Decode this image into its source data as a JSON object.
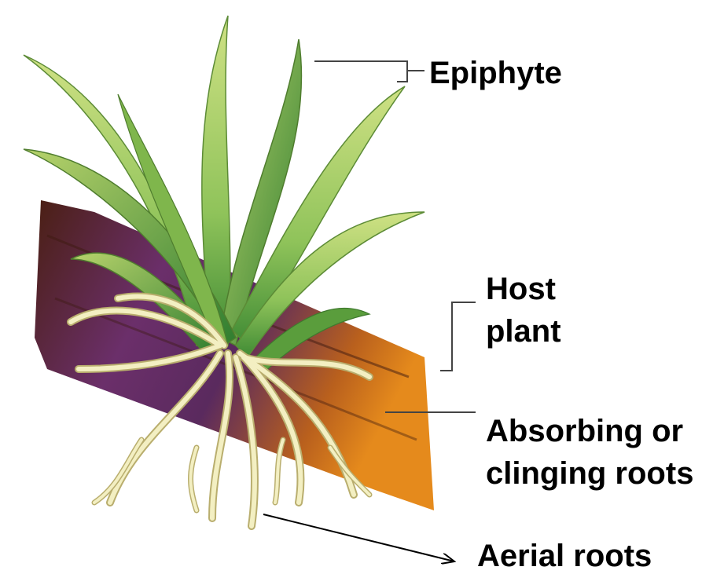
{
  "labels": {
    "epiphyte": "Epiphyte",
    "host_plant": [
      "Host",
      "plant"
    ],
    "absorbing_roots": [
      "Absorbing or",
      "clinging roots"
    ],
    "aerial_roots": "Aerial roots"
  },
  "colors": {
    "bark_dark": "#5a2a14",
    "bark_purple": "#6b2f6a",
    "bark_orange": "#d97a1a",
    "leaf_light": "#c7dc7a",
    "leaf_dark": "#4f9a3a",
    "root": "#f3efc2",
    "root_outline": "#b9ae6e",
    "leader_line": "#333333"
  }
}
